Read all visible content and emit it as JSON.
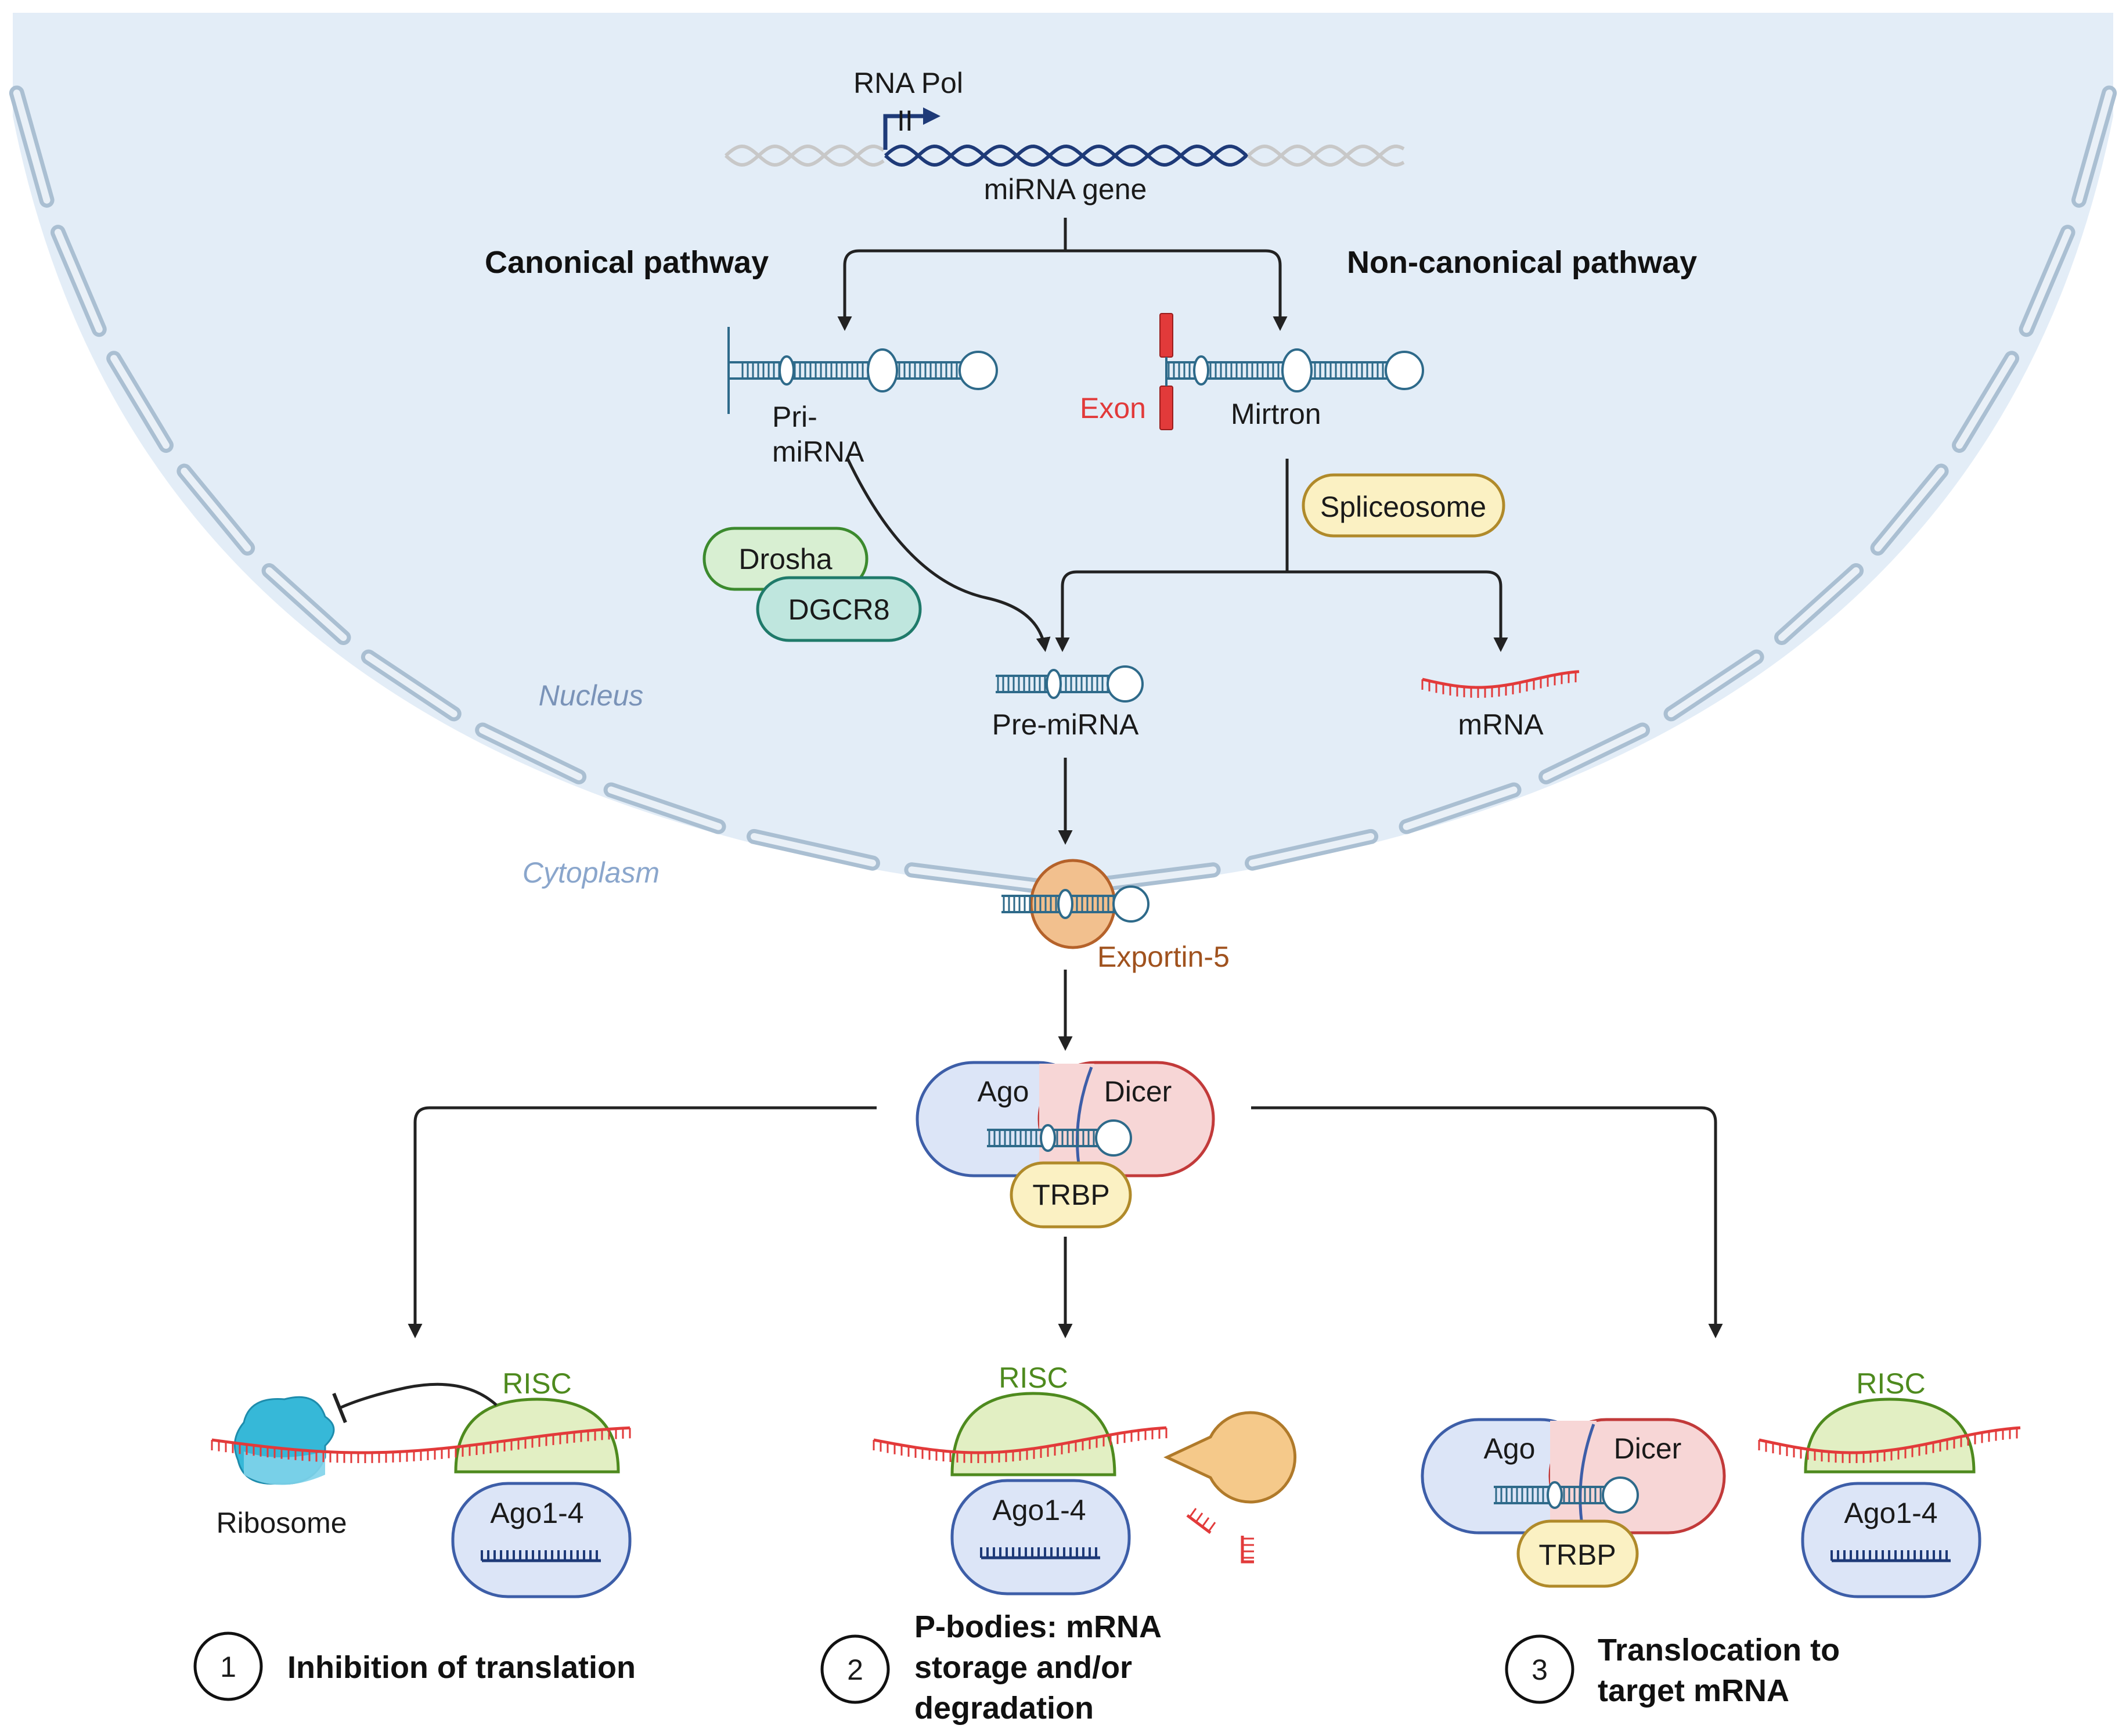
{
  "colors": {
    "nucleus_fill": "#e3edf7",
    "envelope": "#aabfd2",
    "dna_blue": "#1e3a78",
    "dna_gray": "#c8c8c8",
    "rna_teal": "#2e6a8a",
    "mrna_red": "#e23a3a",
    "drosha_green": "#d8efd2",
    "dgcr8_teal": "#bfe6de",
    "splice_yellow": "#fbf1c3",
    "exportin_orange": "#f2c08e",
    "ago_blue": "#dce5f7",
    "dicer_pink": "#f7d6d6",
    "trbp_yellow": "#fbf1c3",
    "risc_green": "#e2efc3",
    "ribosome_cyan": "#36b8d8",
    "exonuclease": "#f5c98a"
  },
  "labels": {
    "rna_pol": "RNA Pol",
    "rna_pol_ii": "II",
    "mirna_gene": "miRNA gene",
    "canonical": "Canonical pathway",
    "noncanonical": "Non-canonical pathway",
    "pri_mirna_1": "Pri-",
    "pri_mirna_2": "miRNA",
    "exon": "Exon",
    "mirtron": "Mirtron",
    "spliceosome": "Spliceosome",
    "drosha": "Drosha",
    "dgcr8": "DGCR8",
    "nucleus": "Nucleus",
    "pre_mirna": "Pre-miRNA",
    "mrna": "mRNA",
    "cytoplasm": "Cytoplasm",
    "exportin": "Exportin-5",
    "ago": "Ago",
    "dicer": "Dicer",
    "trbp": "TRBP",
    "risc": "RISC",
    "ago14": "Ago1-4",
    "ribosome": "Ribosome"
  },
  "outcomes": [
    {
      "number": "1",
      "line1": "Inhibition of translation",
      "line2": "",
      "line3": ""
    },
    {
      "number": "2",
      "line1": "P-bodies: mRNA",
      "line2": "storage and/or",
      "line3": "degradation"
    },
    {
      "number": "3",
      "line1": "Translocation to",
      "line2": "target mRNA",
      "line3": ""
    }
  ]
}
